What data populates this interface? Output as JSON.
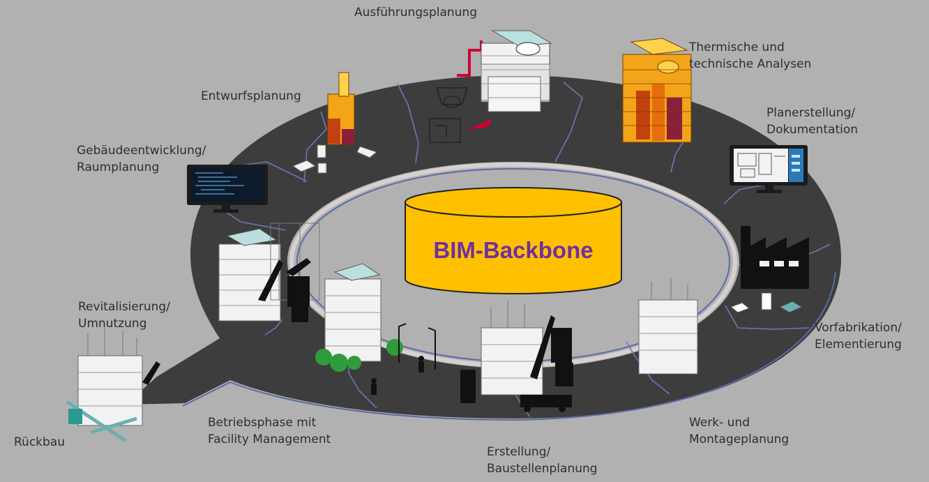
{
  "diagram": {
    "center": {
      "label": "BIM-Backbone",
      "fill": "#ffc000",
      "text_color": "#7030a0"
    },
    "ring_color": "#3d3d3d",
    "background": "#b1b1b1",
    "phases": [
      {
        "lines": [
          "Ausführungsplanung"
        ]
      },
      {
        "lines": [
          "Thermische und",
          "technische Analysen"
        ]
      },
      {
        "lines": [
          "Planerstellung/",
          "Dokumentation"
        ]
      },
      {
        "lines": [
          "Vorfabrikation/",
          "Elementierung"
        ]
      },
      {
        "lines": [
          "Werk- und",
          "Montageplanung"
        ]
      },
      {
        "lines": [
          "Erstellung/",
          "Baustellenplanung"
        ]
      },
      {
        "lines": [
          "Betriebsphase mit",
          "Facility Management"
        ]
      },
      {
        "lines": [
          "Rückbau"
        ]
      },
      {
        "lines": [
          "Revitalisierung/",
          "Umnutzung"
        ]
      },
      {
        "lines": [
          "Gebäudeentwicklung/",
          "Raumplanung"
        ]
      },
      {
        "lines": [
          "Entwurfsplanung"
        ]
      }
    ]
  }
}
